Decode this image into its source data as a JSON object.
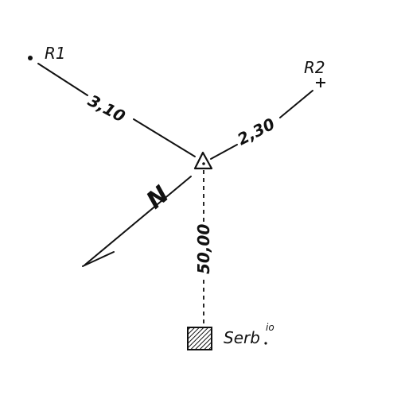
{
  "points": {
    "r1": {
      "label": "R1"
    },
    "r2": {
      "label": "R2"
    }
  },
  "distances": {
    "station_to_r1": "3,10",
    "station_to_r2": "2,30",
    "station_to_target": "50,00"
  },
  "north_arrow": {
    "label": "N"
  },
  "target": {
    "label": "Serb",
    "superscript": "io"
  }
}
